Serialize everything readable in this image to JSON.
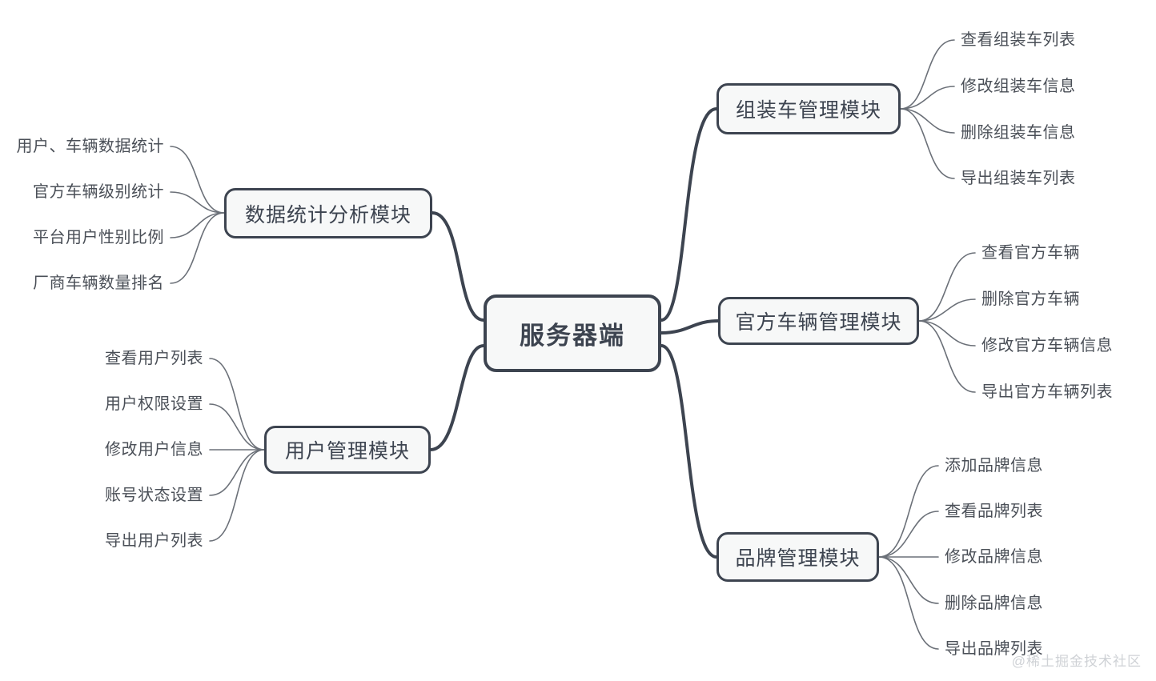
{
  "diagram": {
    "type": "mindmap",
    "root": {
      "label": "服务器端"
    },
    "watermark": "@稀土掘金技术社区",
    "colors": {
      "node_border": "#3d4450",
      "node_fill": "#f7f8f8",
      "node_text": "#3d4450",
      "leaf_text": "#4a4f57",
      "edge": "#3d4450",
      "leaf_edge": "#6b7078",
      "background": "#ffffff",
      "watermark": "#cfd2d6"
    },
    "branches": [
      {
        "id": "assembled-vehicle",
        "side": "right",
        "label": "组装车管理模块",
        "leaves": [
          "查看组装车列表",
          "修改组装车信息",
          "删除组装车信息",
          "导出组装车列表"
        ]
      },
      {
        "id": "official-vehicle",
        "side": "right",
        "label": "官方车辆管理模块",
        "leaves": [
          "查看官方车辆",
          "删除官方车辆",
          "修改官方车辆信息",
          "导出官方车辆列表"
        ]
      },
      {
        "id": "brand",
        "side": "right",
        "label": "品牌管理模块",
        "leaves": [
          "添加品牌信息",
          "查看品牌列表",
          "修改品牌信息",
          "删除品牌信息",
          "导出品牌列表"
        ]
      },
      {
        "id": "data-statistics",
        "side": "left",
        "label": "数据统计分析模块",
        "leaves": [
          "用户、车辆数据统计",
          "官方车辆级别统计",
          "平台用户性别比例",
          "厂商车辆数量排名"
        ]
      },
      {
        "id": "user-management",
        "side": "left",
        "label": "用户管理模块",
        "leaves": [
          "查看用户列表",
          "用户权限设置",
          "修改用户信息",
          "账号状态设置",
          "导出用户列表"
        ]
      }
    ]
  }
}
